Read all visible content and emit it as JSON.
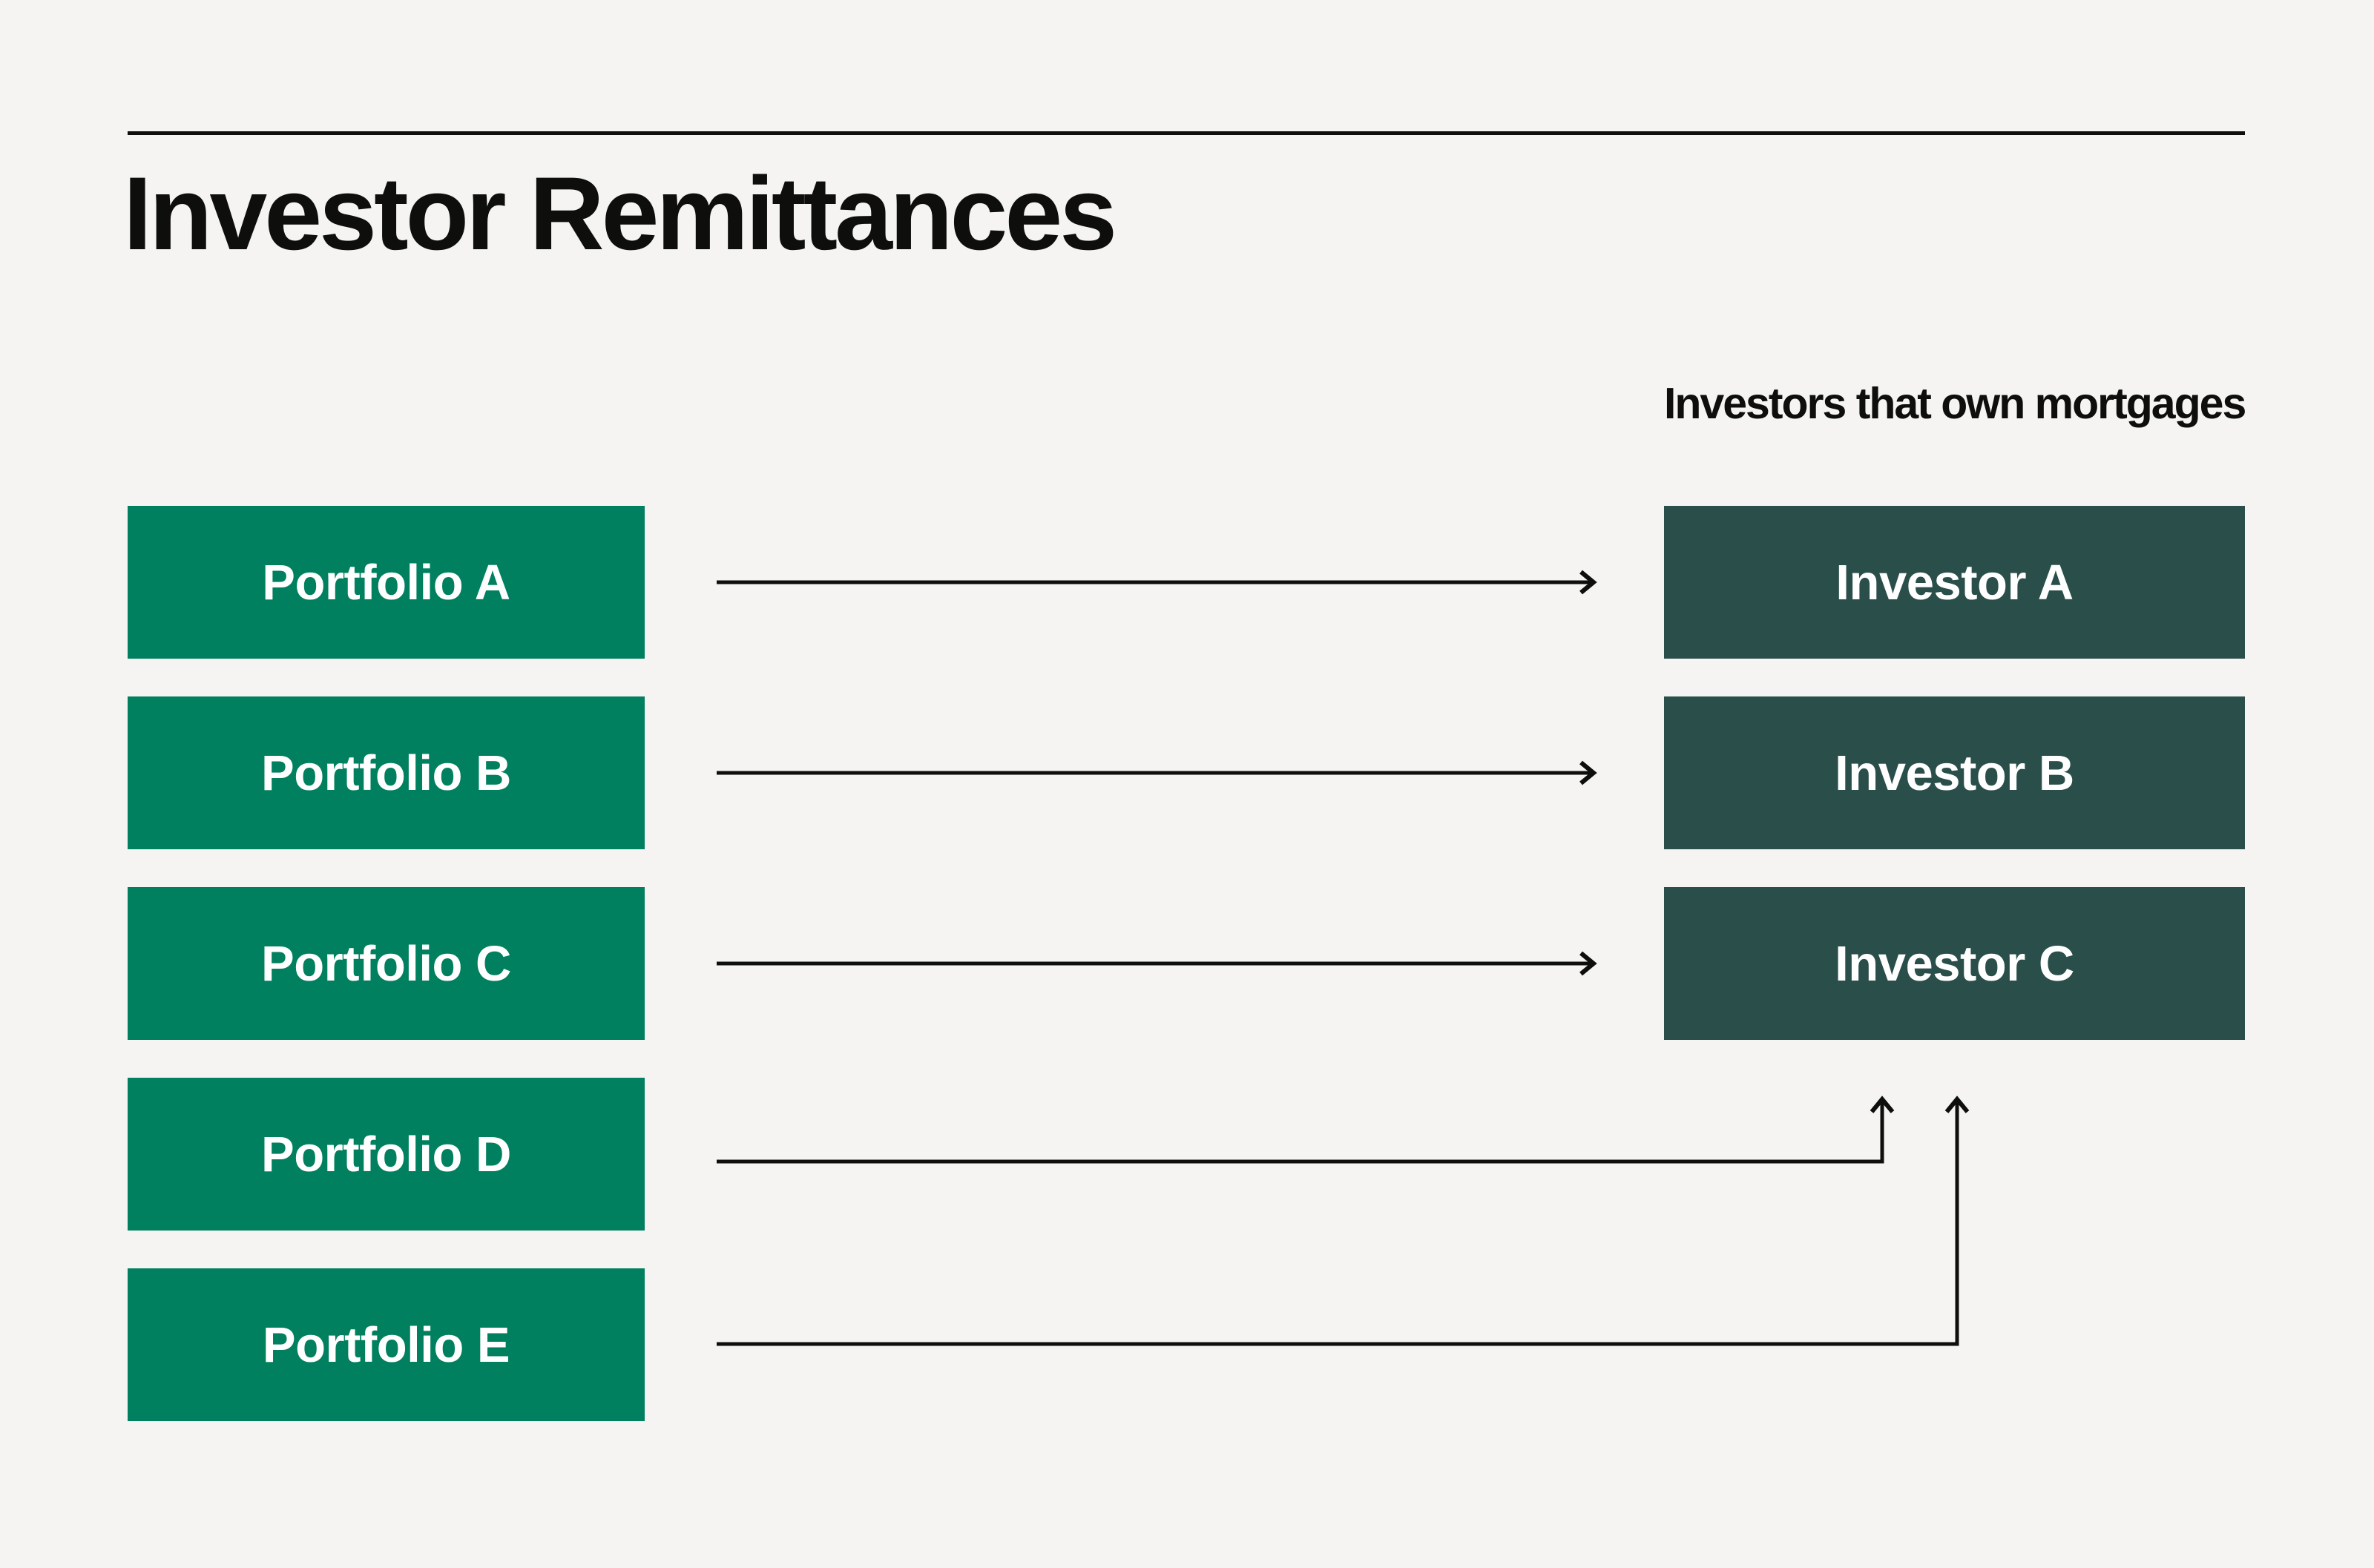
{
  "page": {
    "title": "Investor Remittances"
  },
  "right_column": {
    "heading": "Investors that own mortgages"
  },
  "portfolios": [
    {
      "label": "Portfolio A"
    },
    {
      "label": "Portfolio B"
    },
    {
      "label": "Portfolio C"
    },
    {
      "label": "Portfolio D"
    },
    {
      "label": "Portfolio E"
    }
  ],
  "investors": [
    {
      "label": "Investor A"
    },
    {
      "label": "Investor B"
    },
    {
      "label": "Investor C"
    }
  ],
  "connections": [
    {
      "from": "Portfolio A",
      "to": "Investor A",
      "shape": "straight-right"
    },
    {
      "from": "Portfolio B",
      "to": "Investor B",
      "shape": "straight-right"
    },
    {
      "from": "Portfolio C",
      "to": "Investor C",
      "shape": "straight-right"
    },
    {
      "from": "Portfolio D",
      "to": "Investor C",
      "shape": "elbow-right-then-up"
    },
    {
      "from": "Portfolio E",
      "to": "Investor C",
      "shape": "elbow-right-then-up"
    }
  ],
  "colors": {
    "bg": "#f5f4f2",
    "portfolio-box": "#00805f",
    "investor-box": "#2a4f4b",
    "box-text": "#ffffff",
    "ink": "#0e0f0c"
  }
}
